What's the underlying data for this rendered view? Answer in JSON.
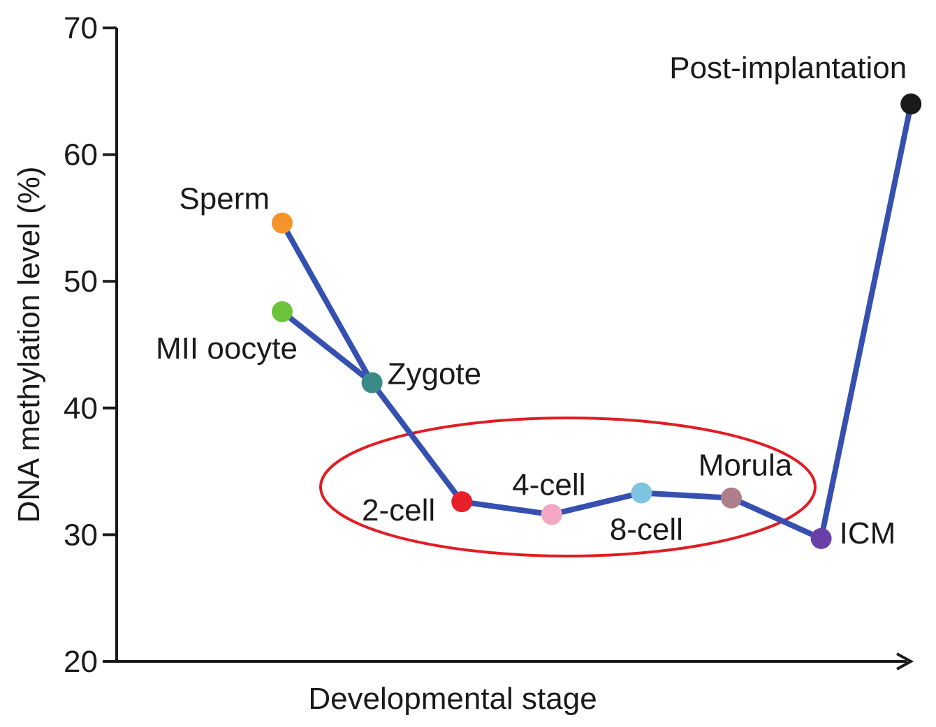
{
  "chart_data": {
    "type": "line",
    "xlabel": "Developmental stage",
    "ylabel": "DNA methylation level (%)",
    "ylim": [
      20,
      70
    ],
    "yticks": [
      "20",
      "30",
      "40",
      "50",
      "60",
      "70"
    ],
    "grid": false,
    "line_color": "#3650b0",
    "highlight_color": "#e31b23",
    "points": [
      {
        "stage": "Sperm",
        "x": 1,
        "y": 54.6,
        "color": "#f7932b"
      },
      {
        "stage": "MII oocyte",
        "x": 1,
        "y": 47.6,
        "color": "#6cc23a"
      },
      {
        "stage": "Zygote",
        "x": 2,
        "y": 42.0,
        "color": "#3a8a88"
      },
      {
        "stage": "2-cell",
        "x": 3,
        "y": 32.6,
        "color": "#e8202a"
      },
      {
        "stage": "4-cell",
        "x": 4,
        "y": 31.6,
        "color": "#f4a6c4"
      },
      {
        "stage": "8-cell",
        "x": 5,
        "y": 33.3,
        "color": "#7ec4e0"
      },
      {
        "stage": "Morula",
        "x": 6,
        "y": 32.9,
        "color": "#ad7f8a"
      },
      {
        "stage": "ICM",
        "x": 7,
        "y": 29.7,
        "color": "#6b3fa8"
      },
      {
        "stage": "Post-implantation",
        "x": 8,
        "y": 64.0,
        "color": "#1a1a1a"
      }
    ],
    "segments": [
      [
        "Sperm",
        "Zygote"
      ],
      [
        "MII oocyte",
        "Zygote"
      ],
      [
        "Zygote",
        "2-cell"
      ],
      [
        "2-cell",
        "4-cell"
      ],
      [
        "4-cell",
        "8-cell"
      ],
      [
        "8-cell",
        "Morula"
      ],
      [
        "Morula",
        "ICM"
      ],
      [
        "ICM",
        "Post-implantation"
      ]
    ],
    "highlight": {
      "shape": "ellipse",
      "encloses": [
        "2-cell",
        "4-cell",
        "8-cell",
        "Morula"
      ]
    }
  }
}
